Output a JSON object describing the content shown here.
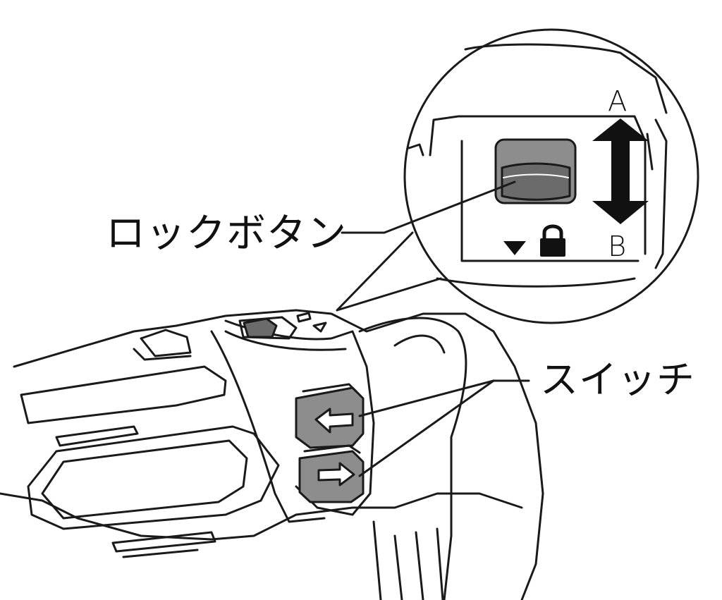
{
  "labels": {
    "lock_button": "ロックボタン",
    "switch": "スイッチ",
    "position_a": "A",
    "position_b": "B"
  },
  "colors": {
    "line": "#1a1a1a",
    "button_fill": "#8d8d8d",
    "button_dark": "#6b6b6b",
    "background": "#ffffff"
  },
  "icons": {
    "lock": "lock-icon",
    "indicator": "triangle-down-icon",
    "direction_arrow": "double-arrow-vertical-icon",
    "switch_left": "arrow-left-icon",
    "switch_right": "arrow-right-icon"
  }
}
